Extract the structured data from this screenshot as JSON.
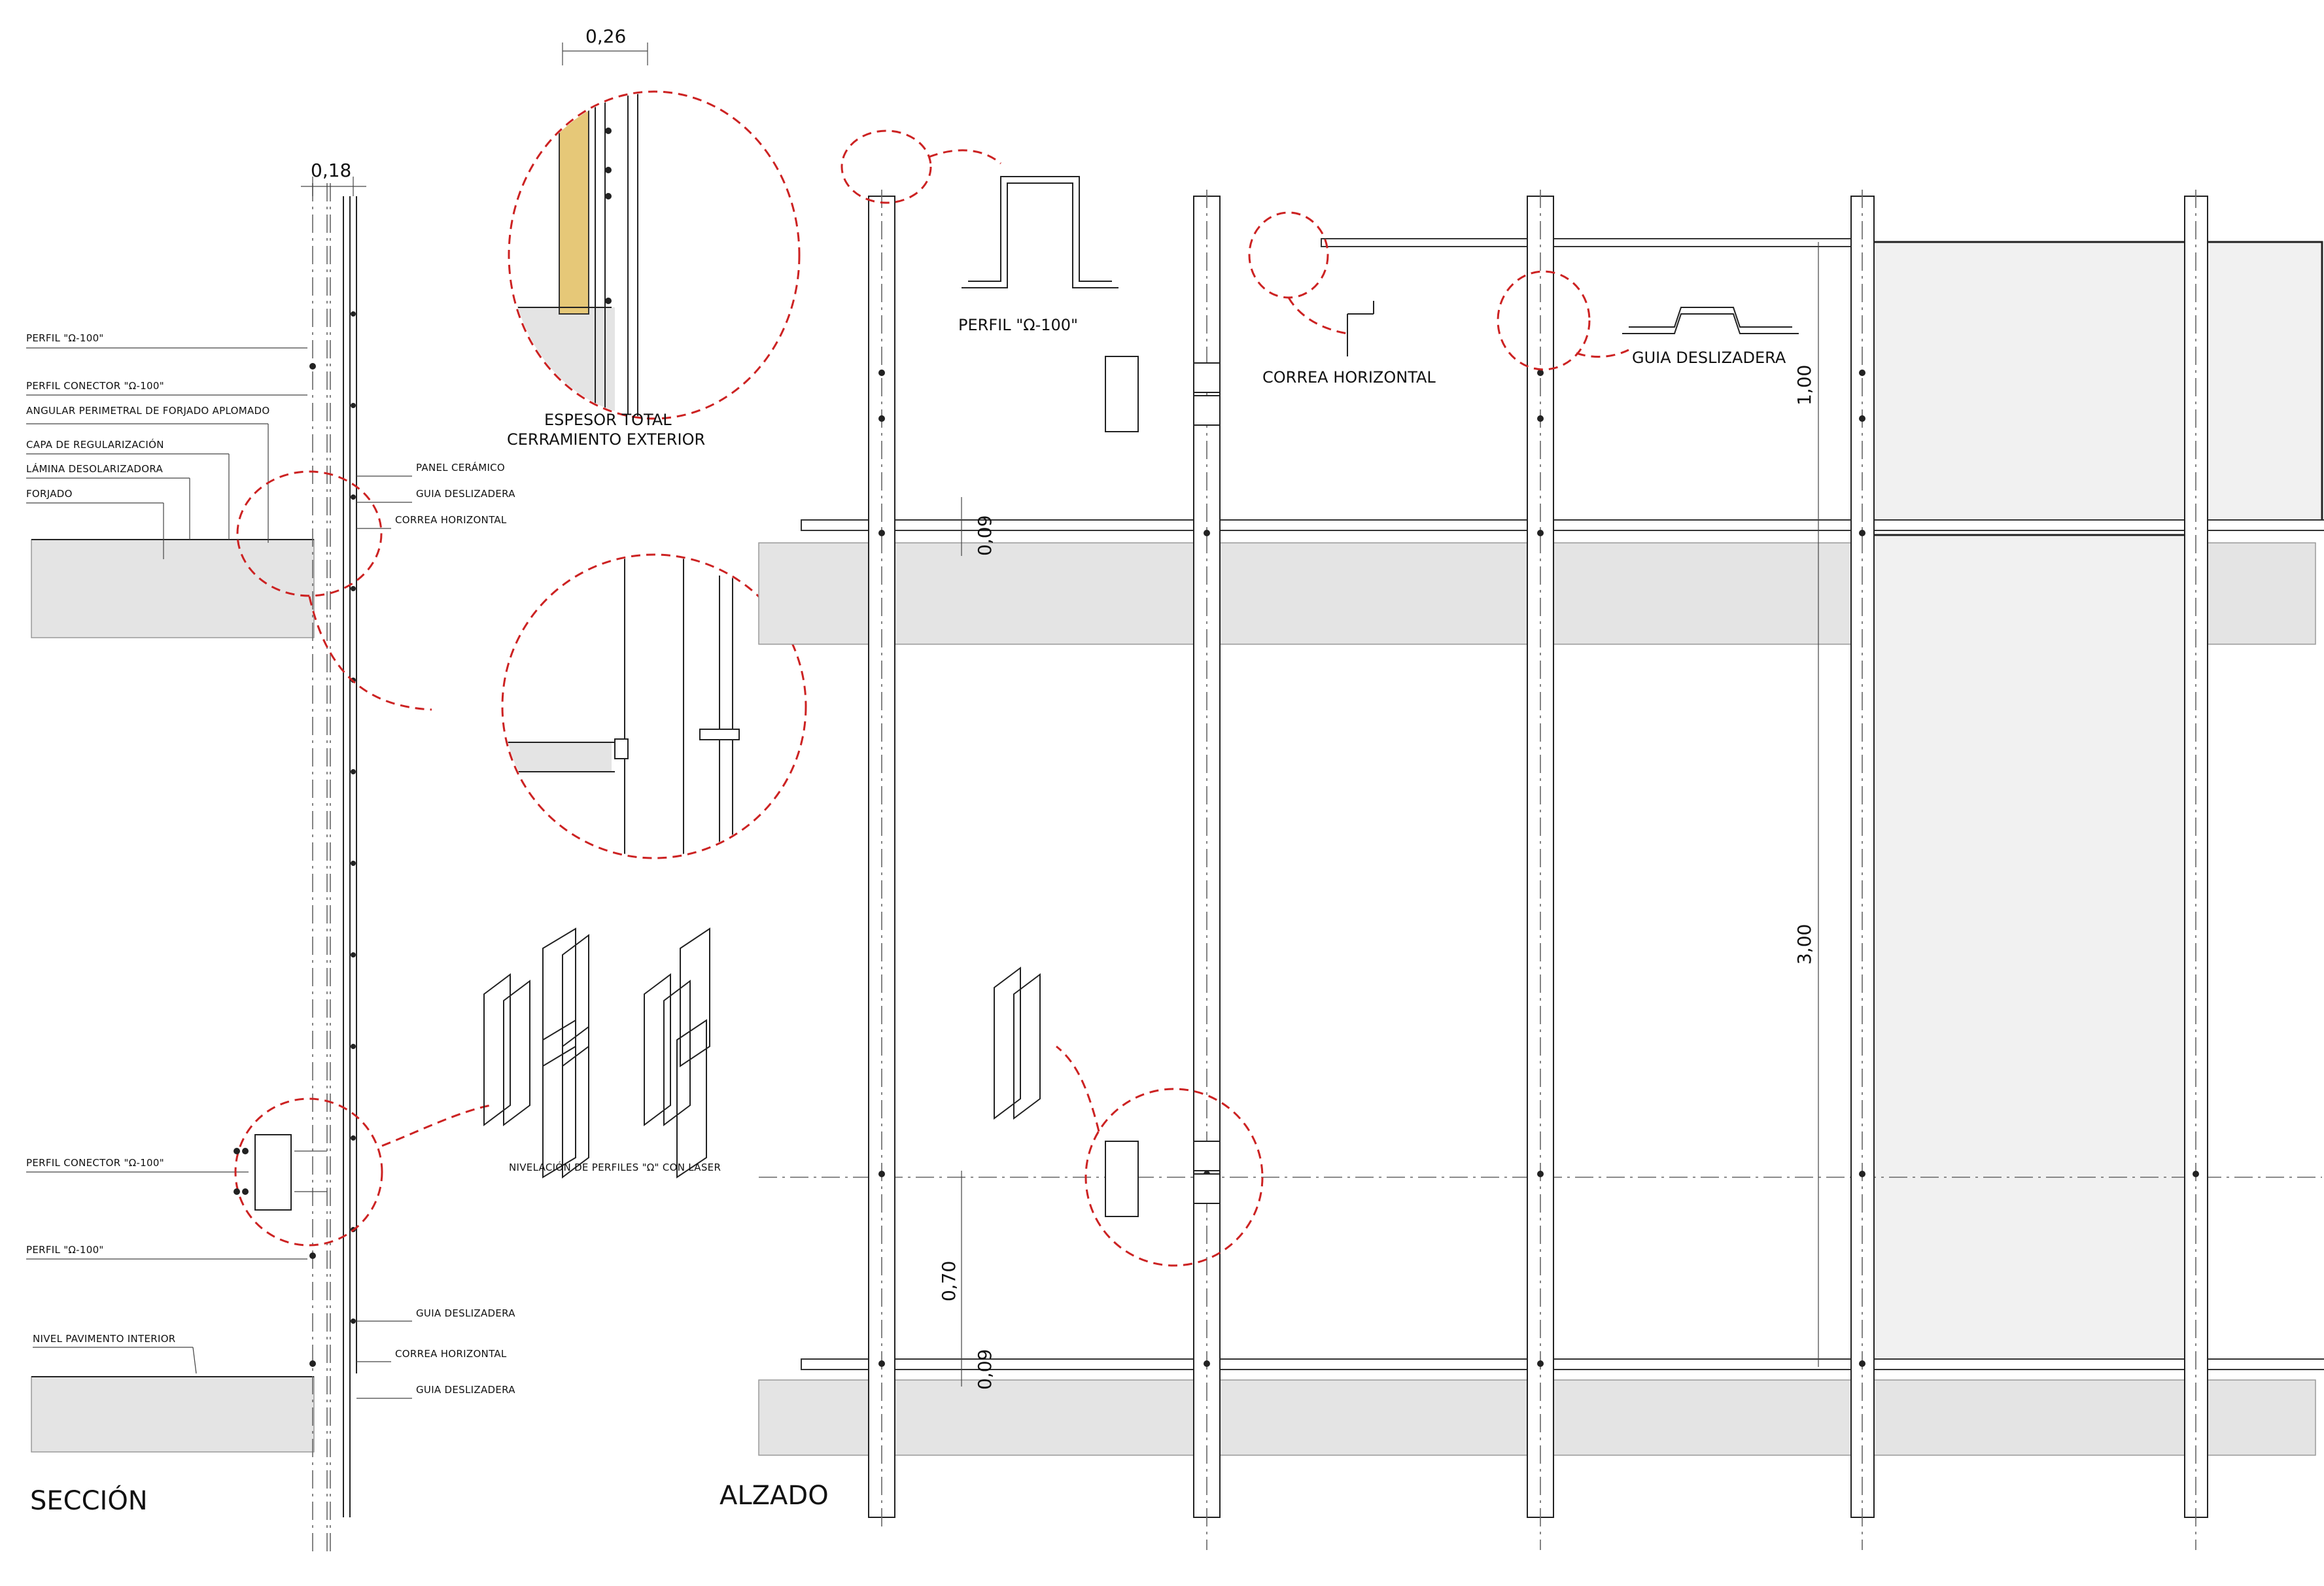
{
  "views": {
    "section_title": "SECCIÓN",
    "elevation_title": "ALZADO"
  },
  "dimensions": {
    "section_thickness": "0,18",
    "total_thickness": "0,26",
    "joint_upper": "0,09",
    "joint_lower": "0,09",
    "level_offset": "0,70",
    "band_height": "1,00",
    "floor_height": "3,00"
  },
  "section_labels": {
    "perfil_omega": "PERFIL \"Ω-100\"",
    "perfil_conector": "PERFIL CONECTOR \"Ω-100\"",
    "angular": "ANGULAR PERIMETRAL DE FORJADO APLOMADO",
    "capa_regularizacion": "CAPA DE REGULARIZACIÓN",
    "lamina": "LÁMINA DESOLARIZADORA",
    "forjado": "FORJADO",
    "panel_ceramico": "PANEL CERÁMICO",
    "guia_deslizadera_1": "GUIA DESLIZADERA",
    "correa_horizontal_1": "CORREA HORIZONTAL",
    "perfil_conector_2": "PERFIL CONECTOR \"Ω-100\"",
    "perfil_omega_2": "PERFIL \"Ω-100\"",
    "nivel_pavimento": "NIVEL PAVIMENTO INTERIOR",
    "guia_deslizadera_2": "GUIA DESLIZADERA",
    "correa_horizontal_2": "CORREA HORIZONTAL",
    "guia_deslizadera_3": "GUIA DESLIZADERA"
  },
  "detail_labels": {
    "espesor_line1": "ESPESOR TOTAL",
    "espesor_line2": "CERRAMIENTO EXTERIOR",
    "nivelacion": "NIVELACIÓN DE PERFILES \"Ω\" CON LASER",
    "perfil_omega_detail": "PERFIL \"Ω-100\"",
    "correa_horizontal_detail": "CORREA HORIZONTAL",
    "guia_deslizadera_detail": "GUIA DESLIZADERA"
  },
  "colors": {
    "callout": "#cc2222",
    "line": "#222222",
    "slab_fill": "#e4e4e4",
    "panel_fill": "#f1f1f1"
  }
}
